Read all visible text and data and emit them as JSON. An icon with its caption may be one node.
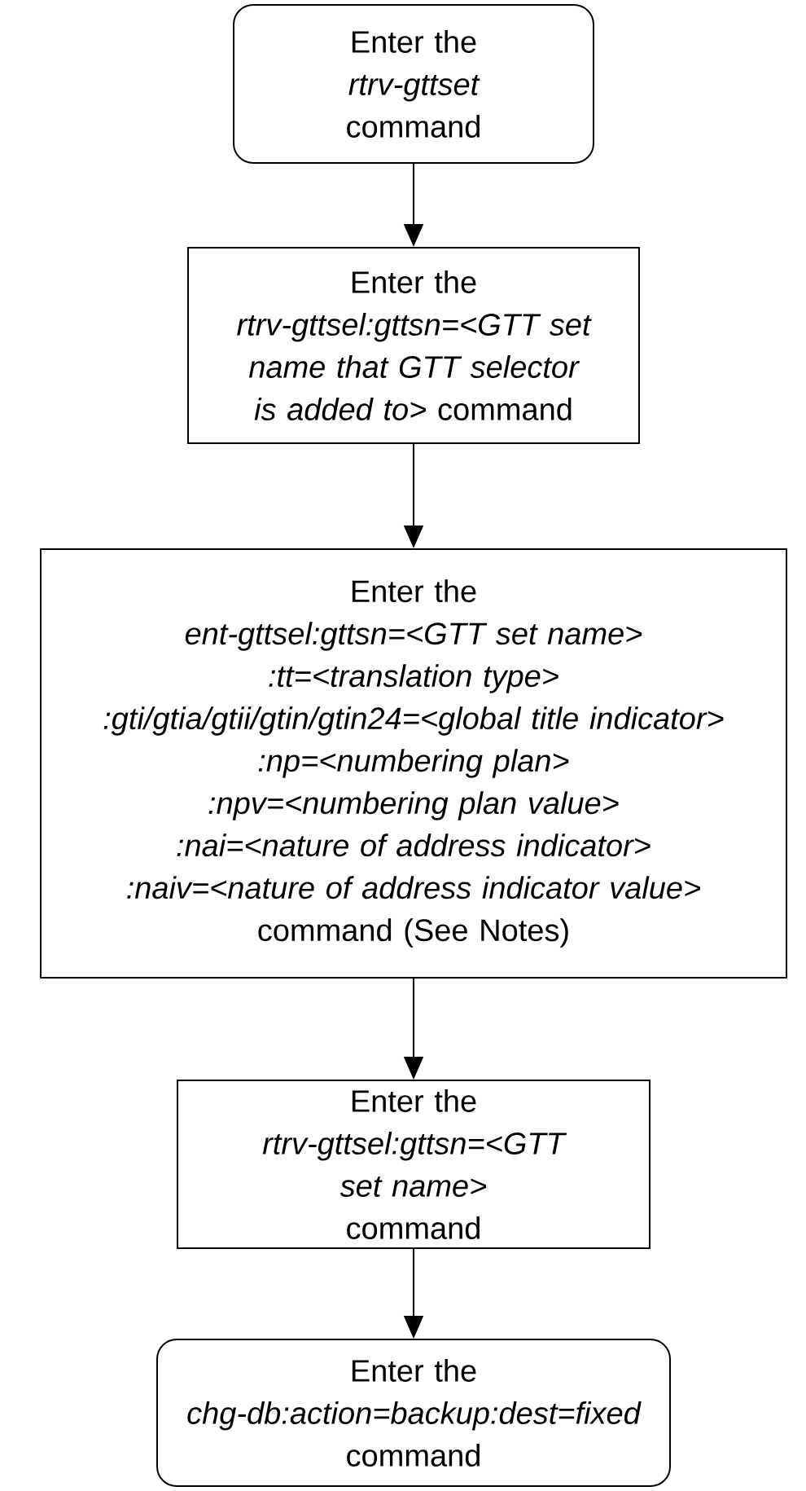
{
  "diagram": {
    "nodes": [
      {
        "text": [
          "Enter the *rtrv-gttset* command"
        ]
      },
      {
        "text": [
          "Enter the *rtrv-gttsel:gttsn=<GTT set name that GTT selector is added to>* command"
        ]
      },
      {
        "text": [
          "Enter the *ent-gttsel:gttsn=<GTT set name> :tt=<translation type> :gti/gtia/gtii/gtin/gtin24=<global title indicator> :np=<numbering plan> :npv=<numbering plan value> :nai=<nature of address indicator> :naiv=<nature of address indicator value>* command (See Notes)"
        ]
      },
      {
        "text": [
          "Enter the *rtrv-gttsel:gttsn=<GTT set name>* command"
        ]
      },
      {
        "text": [
          "Enter the *chg-db:action=backup:dest=fixed* command"
        ]
      }
    ],
    "edges": [
      {
        "from": 0,
        "to": 1,
        "arrow": "to"
      },
      {
        "from": 1,
        "to": 2,
        "arrow": "to"
      },
      {
        "from": 2,
        "to": 3,
        "arrow": "to"
      },
      {
        "from": 3,
        "to": 4,
        "arrow": "to"
      }
    ]
  }
}
